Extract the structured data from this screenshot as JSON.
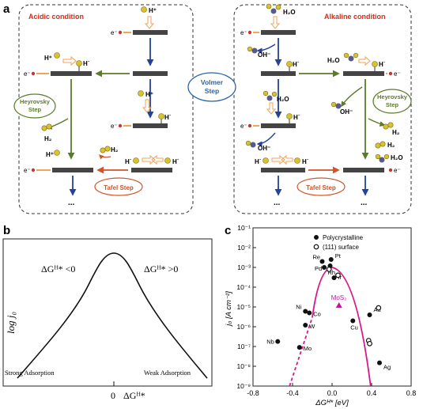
{
  "panels": {
    "a": "a",
    "b": "b",
    "c": "c"
  },
  "colors": {
    "condition_red": "#d42b1a",
    "step_blue": "#2c63a8",
    "heyrovsky_green": "#5b7a2a",
    "tafel_orange": "#d2532a",
    "arrow_navy": "#24429a",
    "electron_red": "#c0392b",
    "hollow_arrow": "#f0a35a",
    "catalyst_bar": "#444444",
    "h_atom": "#d8c230",
    "o_atom": "#5a5a8a",
    "volcano_fit": "#d9178b",
    "mos2": "#c0179a"
  },
  "panel_a": {
    "acidic_title": "Acidic condition",
    "alkaline_title": "Alkaline condition",
    "volmer_line1": "Volmer",
    "volmer_line2": "Step",
    "heyrovsky_line1": "Heyrovsky",
    "heyrovsky_line2": "Step",
    "tafel": "Tafel Step",
    "h_plus": "H⁺",
    "h_ads": "H˙",
    "h2": "H₂",
    "h2o": "H₂O",
    "oh_minus": "OH⁻",
    "electron": "e⁻",
    "ellipsis": "..."
  },
  "panel_b": {
    "ylabel": "log j₀",
    "left_region": "ΔGᴴ* <0",
    "right_region": "ΔGᴴ* >0",
    "left_bottom": "Strong Adsorption",
    "right_bottom": "Weak Adsorption",
    "zero": "0",
    "xlabel": "ΔGᴴ*"
  },
  "chart_data": {
    "type": "scatter",
    "ylabel": "j₀ [A cm⁻²]",
    "xlabel": "ΔGᴴ* [eV]",
    "xlim": [
      -0.8,
      0.8
    ],
    "ylim": [
      1e-09,
      0.1
    ],
    "y_scale": "log",
    "x_ticks": [
      "-0.8",
      "-0.4",
      "0.0",
      "0.4",
      "0.8"
    ],
    "y_ticks": [
      "10⁻¹",
      "10⁻²",
      "10⁻³",
      "10⁻⁴",
      "10⁻⁵",
      "10⁻⁶",
      "10⁻⁷",
      "10⁻⁸",
      "10⁻⁹"
    ],
    "legend": [
      "Polycrystalline",
      "(111) surface"
    ],
    "legend_position": "top-right",
    "series": [
      {
        "name": "Polycrystalline",
        "points": [
          {
            "label": "Nb",
            "x": -0.55,
            "y": 1.8e-07
          },
          {
            "label": "Mo",
            "x": -0.33,
            "y": 9e-08
          },
          {
            "label": "W",
            "x": -0.27,
            "y": 1.2e-06
          },
          {
            "label": "Co",
            "x": -0.23,
            "y": 5e-06
          },
          {
            "label": "Ni",
            "x": -0.27,
            "y": 6e-06
          },
          {
            "label": "Re",
            "x": -0.1,
            "y": 0.002
          },
          {
            "label": "Pd",
            "x": -0.08,
            "y": 0.001
          },
          {
            "label": "Pt",
            "x": -0.01,
            "y": 0.0025
          },
          {
            "label": "Rh",
            "x": -0.02,
            "y": 0.0012
          },
          {
            "label": "Ir",
            "x": 0.02,
            "y": 0.0003
          },
          {
            "label": "Cu",
            "x": 0.21,
            "y": 2e-06
          },
          {
            "label": "Au",
            "x": 0.38,
            "y": 4e-06
          },
          {
            "label": "Ag",
            "x": 0.48,
            "y": 1.5e-08
          }
        ]
      },
      {
        "name": "(111) surface",
        "points": [
          {
            "label": "",
            "x": -0.03,
            "y": 0.0008
          },
          {
            "label": "",
            "x": 0.06,
            "y": 0.0004
          },
          {
            "label": "",
            "x": 0.37,
            "y": 2e-07
          },
          {
            "label": "",
            "x": 0.38,
            "y": 1.4e-07
          },
          {
            "label": "",
            "x": 0.47,
            "y": 9e-06
          }
        ]
      },
      {
        "name": "MoS₂",
        "points": [
          {
            "label": "MoS₂",
            "x": 0.07,
            "y": 1.2e-05
          }
        ]
      }
    ],
    "fit_curve": {
      "peak": {
        "x": 0.0,
        "y": 0.001
      },
      "left_end": {
        "x": -0.43,
        "y": 1e-09
      },
      "right_end": {
        "x": 0.39,
        "y": 1e-09
      },
      "dashed_below": {
        "x": -0.2,
        "y": 3e-06
      }
    }
  }
}
